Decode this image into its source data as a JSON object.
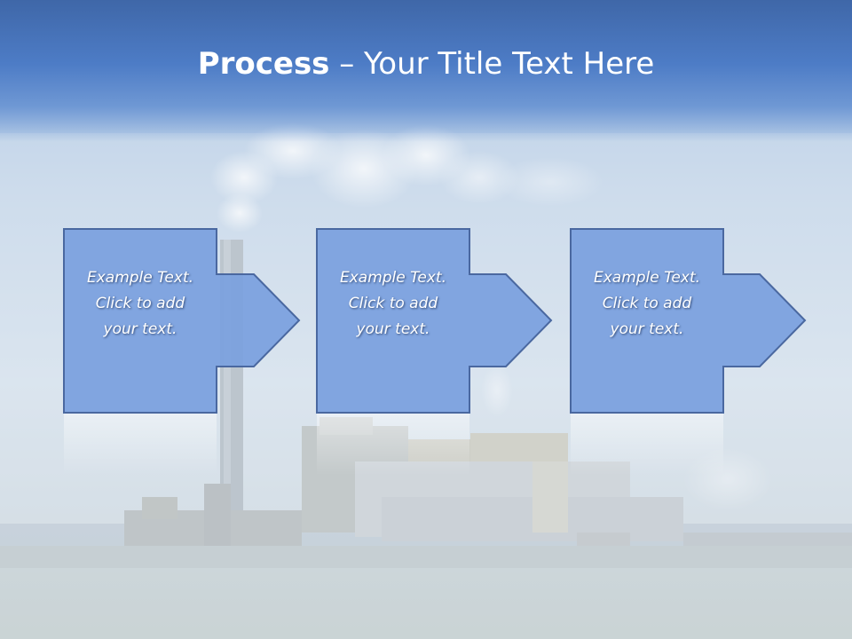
{
  "slide": {
    "title_bold": "Process",
    "title_rest": " – Your Title Text Here"
  },
  "steps": [
    {
      "text": "Example Text.\nClick  to add\nyour text."
    },
    {
      "text": "Example Text.\nClick  to add\nyour text."
    },
    {
      "text": "Example Text.\nClick  to add\nyour text."
    }
  ],
  "colors": {
    "title_band": "#4d7cc6",
    "shape_fill": "#7aa0de",
    "shape_stroke": "#4a68a0",
    "title_text": "#ffffff"
  },
  "icons": [
    "right-arrow-icon"
  ]
}
